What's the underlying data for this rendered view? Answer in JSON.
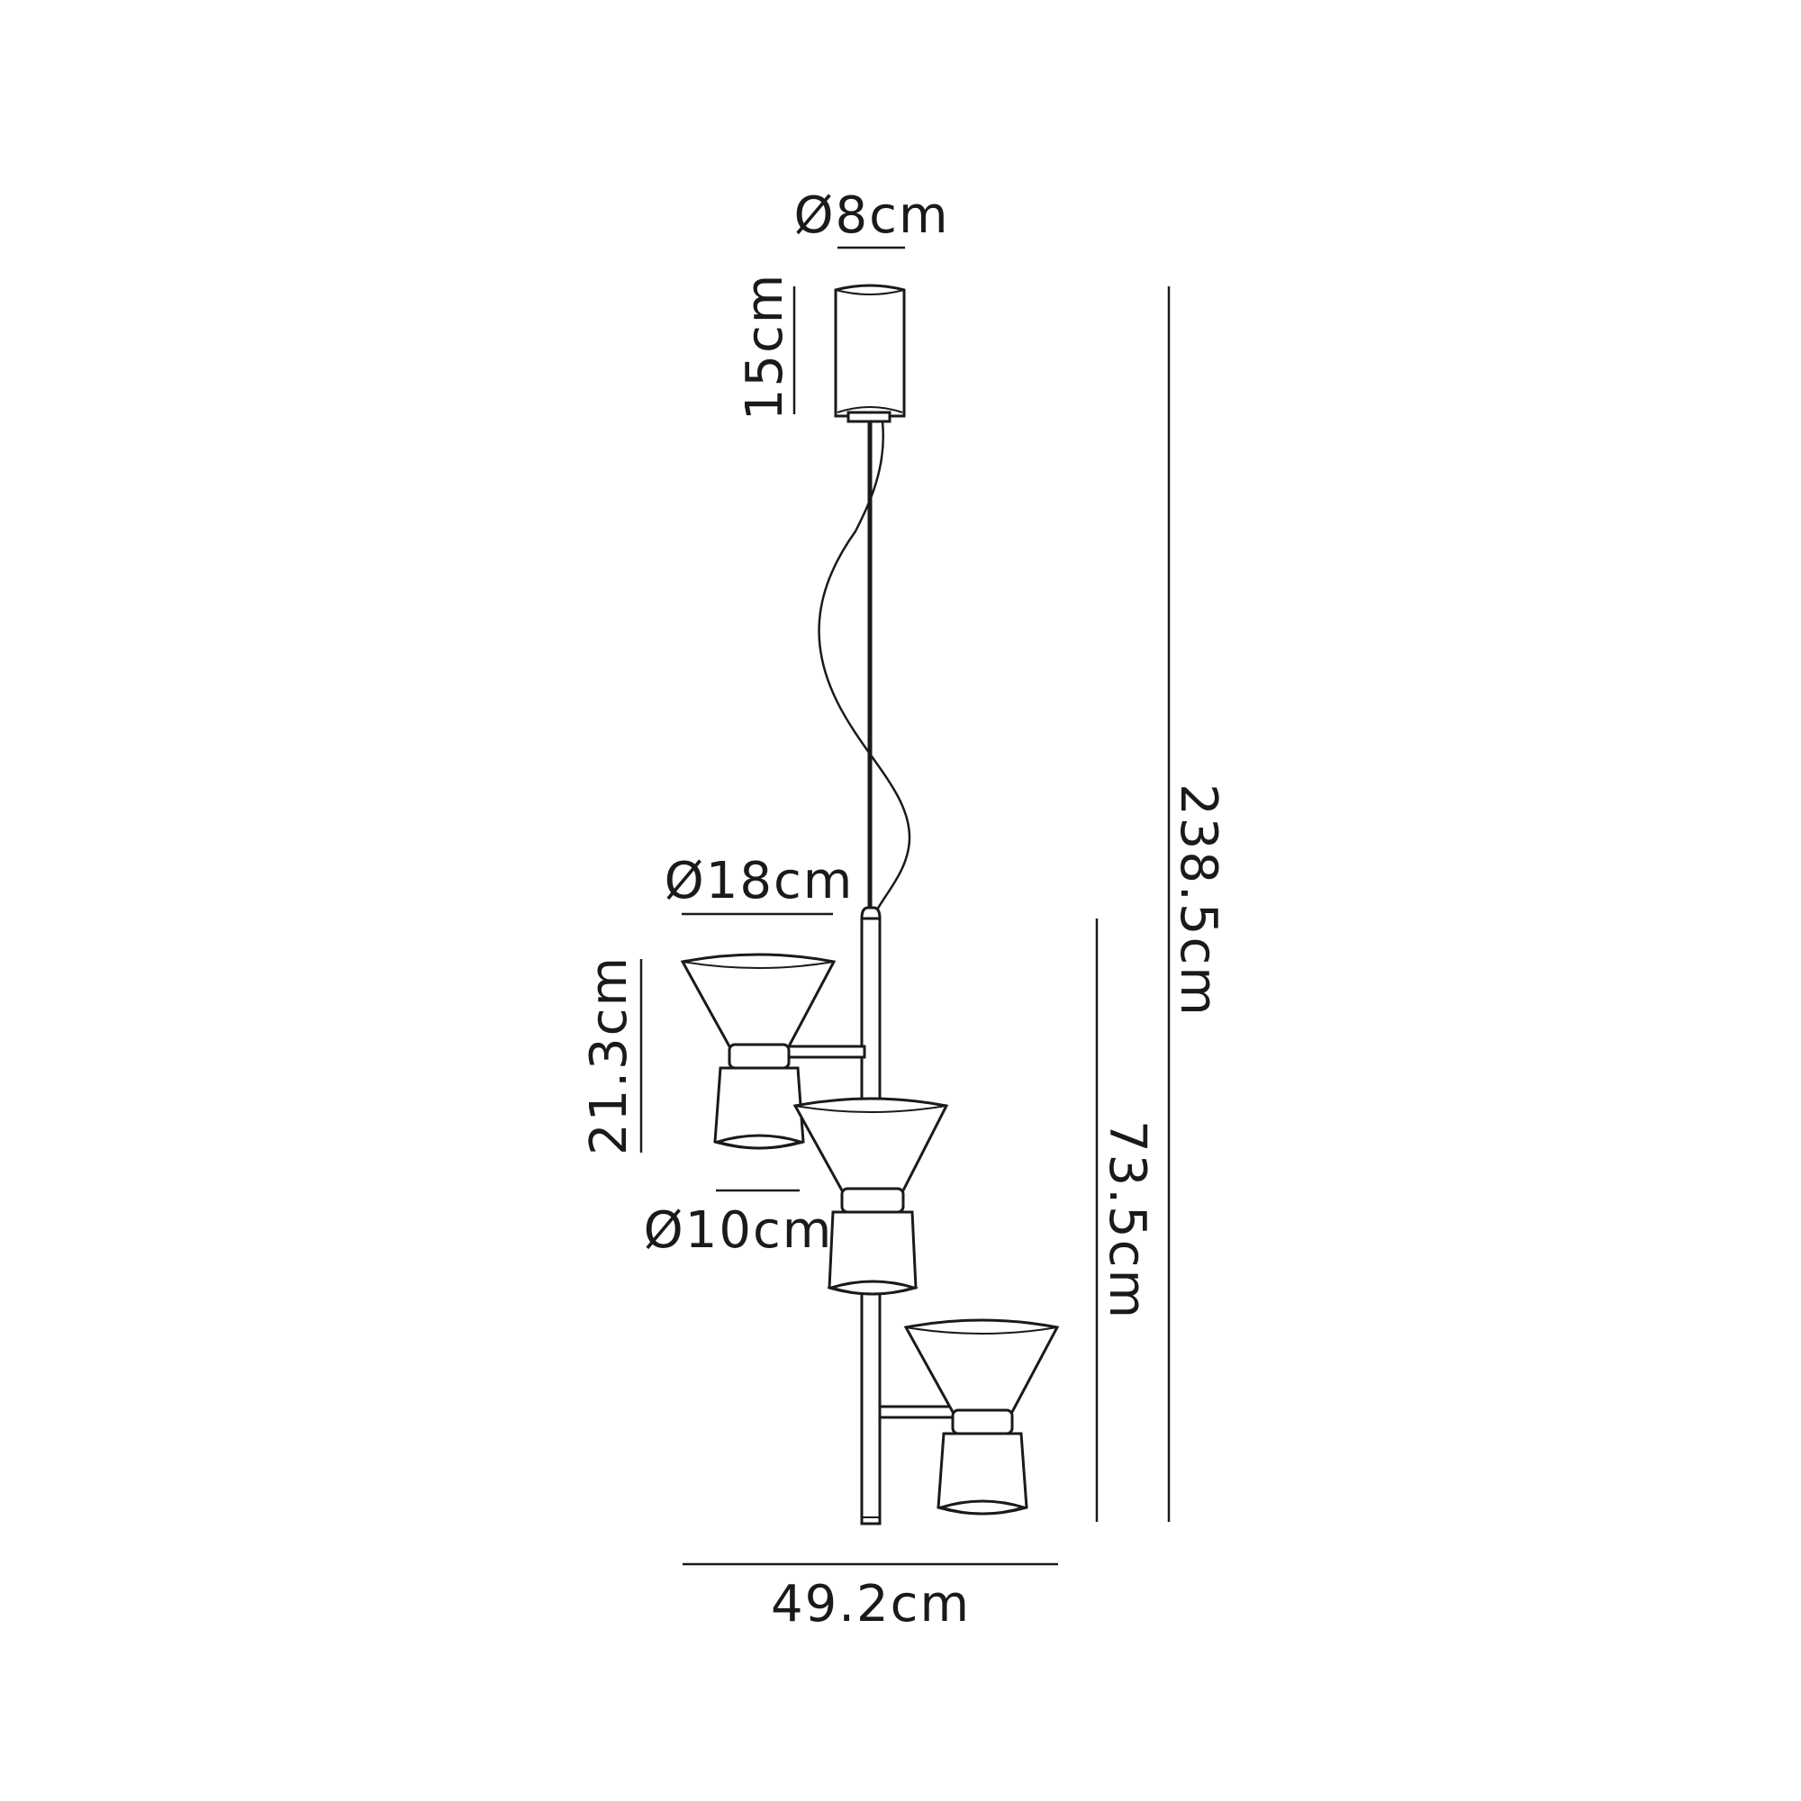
{
  "dimensions": {
    "canopy_diameter": "Ø8cm",
    "canopy_height": "15cm",
    "overall_height": "238.5cm",
    "body_height": "73.5cm",
    "shade_diameter": "Ø18cm",
    "shade_height": "21.3cm",
    "cup_diameter": "Ø10cm",
    "overall_width": "49.2cm"
  }
}
